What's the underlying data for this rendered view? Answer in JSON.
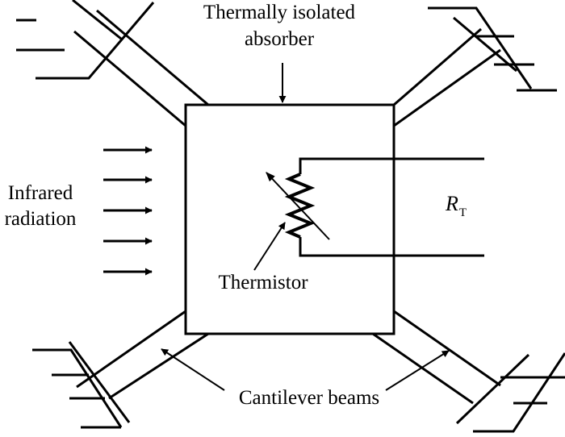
{
  "labels": {
    "absorber_line1": "Thermally isolated",
    "absorber_line2": "absorber",
    "infrared_line1": "Infrared",
    "infrared_line2": "radiation",
    "thermistor": "Thermistor",
    "resistance_symbol": "R",
    "resistance_subscript": "T",
    "beams": "Cantilever beams"
  },
  "stroke_color": "#000000",
  "background_color": "#ffffff"
}
